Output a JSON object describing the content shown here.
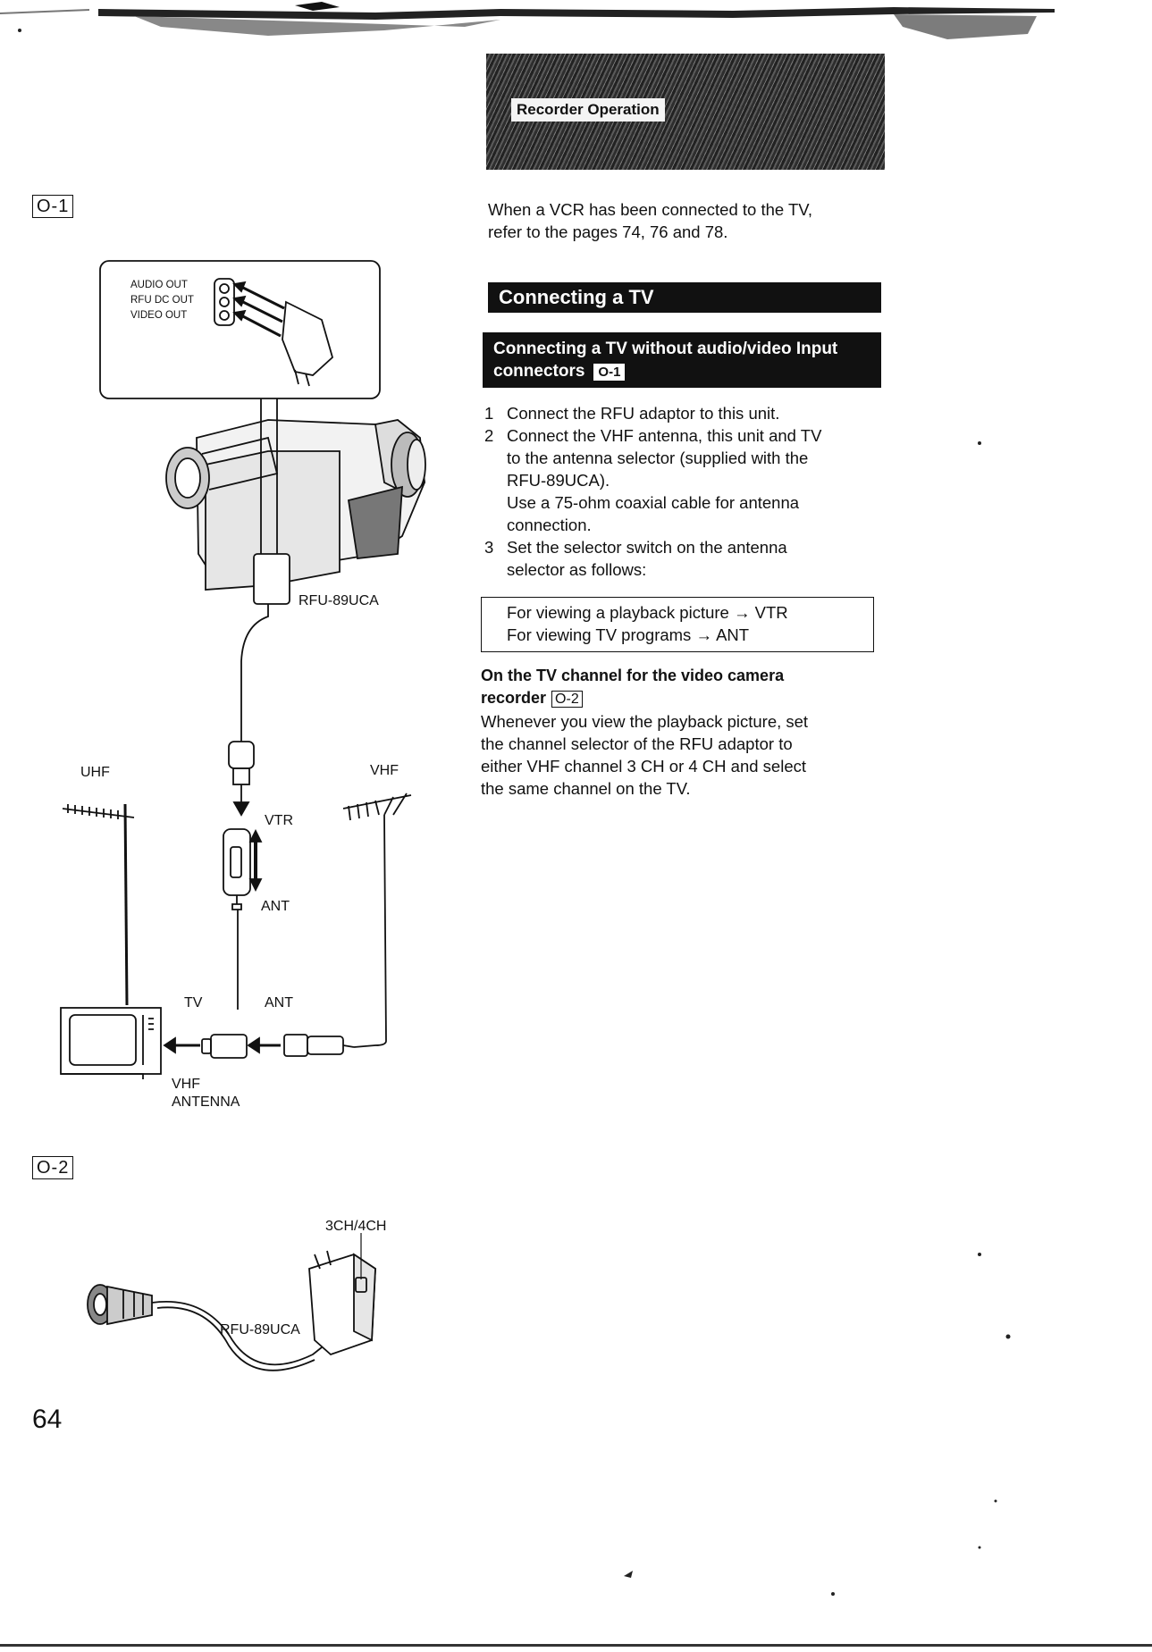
{
  "header": {
    "section_label": "Recorder Operation"
  },
  "figures": {
    "fig1_label": "O-1",
    "fig2_label": "O-2"
  },
  "diagram1": {
    "audio_out": "AUDIO OUT",
    "rfu_dc_out": "RFU DC OUT",
    "video_out": "VIDEO OUT",
    "adaptor": "RFU-89UCA",
    "uhf": "UHF",
    "vhf": "VHF",
    "vtr": "VTR",
    "ant_switch": "ANT",
    "tv": "TV",
    "ant_input": "ANT",
    "vhf_antenna_line1": "VHF",
    "vhf_antenna_line2": "ANTENNA"
  },
  "diagram2": {
    "channel": "3CH/4CH",
    "adaptor": "RFU-89UCA"
  },
  "intro": {
    "line1": "When a VCR has been connected to the TV,",
    "line2": "refer to the pages 74, 76 and 78."
  },
  "section1": {
    "title": "Connecting a TV"
  },
  "section2": {
    "title_line1": "Connecting a TV without audio/video Input",
    "title_line2": "connectors",
    "ref": "O-1"
  },
  "steps": [
    {
      "num": "1",
      "lines": [
        "Connect the RFU adaptor to this unit."
      ]
    },
    {
      "num": "2",
      "lines": [
        "Connect the VHF antenna, this unit and TV",
        "to the antenna selector (supplied with the",
        "RFU-89UCA).",
        "Use a 75-ohm coaxial cable for antenna",
        "connection."
      ]
    },
    {
      "num": "3",
      "lines": [
        "Set the selector switch on the antenna",
        "selector as follows:"
      ]
    }
  ],
  "selector": {
    "line1": "For viewing a playback picture → VTR",
    "line2": "For viewing TV programs → ANT"
  },
  "channel_note": {
    "heading_line1": "On the TV channel for the video camera",
    "heading_line2": "recorder",
    "heading_ref": "O-2",
    "lines": [
      "Whenever you view the playback picture, set",
      "the channel selector of the RFU adaptor to",
      "either VHF channel 3 CH or 4 CH and select",
      "the same channel on the TV."
    ]
  },
  "page_number": "64"
}
